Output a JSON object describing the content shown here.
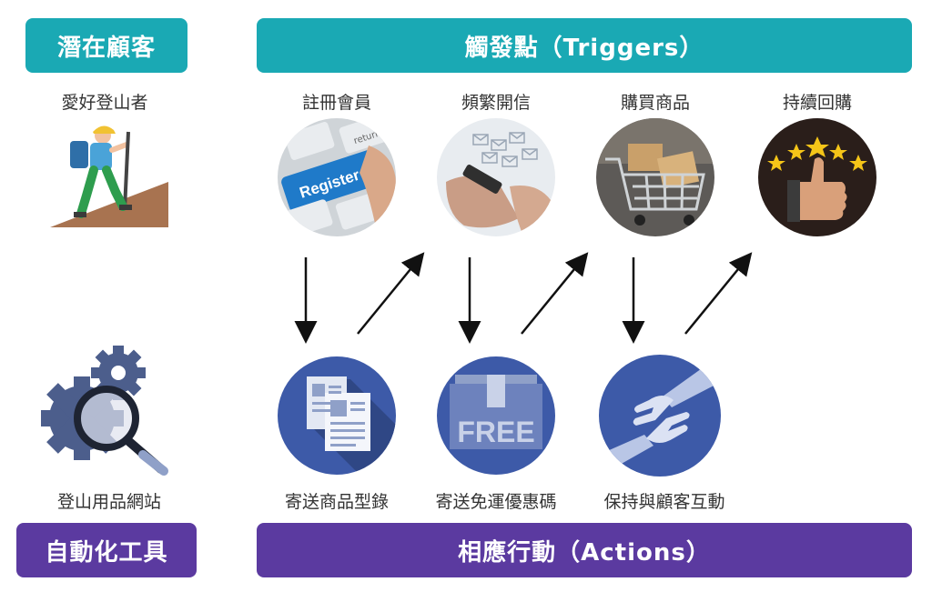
{
  "banners": {
    "potential_customer": "潛在顧客",
    "triggers": "觸發點（Triggers）",
    "automation_tool": "自動化工具",
    "actions": "相應行動（Actions）"
  },
  "customer": {
    "label": "愛好登山者",
    "icon": "hiker-icon"
  },
  "tool": {
    "label": "登山用品網站",
    "icon": "gears-magnifier-icon"
  },
  "triggers": [
    {
      "label": "註冊會員",
      "icon": "register-key-icon",
      "key_text": "Register",
      "small_key_text": "return"
    },
    {
      "label": "頻繁開信",
      "icon": "phone-email-icon"
    },
    {
      "label": "購買商品",
      "icon": "shopping-cart-icon"
    },
    {
      "label": "持續回購",
      "icon": "thumbs-up-stars-icon"
    }
  ],
  "actions": [
    {
      "label": "寄送商品型錄",
      "icon": "catalog-icon"
    },
    {
      "label": "寄送免運優惠碼",
      "icon": "free-box-icon",
      "box_text": "FREE"
    },
    {
      "label": "保持與顧客互動",
      "icon": "helping-hands-icon"
    }
  ],
  "colors": {
    "teal": "#1aa9b4",
    "purple": "#5b3aa0",
    "action_blue": "#3d5aa8"
  }
}
